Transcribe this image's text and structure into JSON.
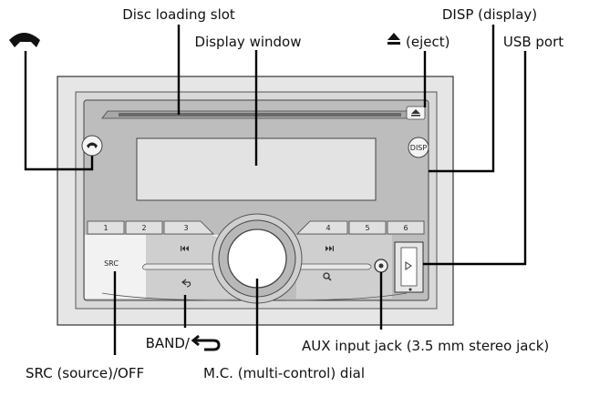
{
  "labels": {
    "disc_slot": "Disc loading slot",
    "display_window": "Display window",
    "eject": "(eject)",
    "disp": "DISP (display)",
    "usb": "USB port",
    "band": "BAND/",
    "aux": "AUX input jack (3.5 mm stereo jack)",
    "src": "SRC (source)/OFF",
    "mc_dial": "M.C. (multi-control) dial"
  },
  "buttons": {
    "presets": [
      "1",
      "2",
      "3",
      "4",
      "5",
      "6"
    ],
    "src": "SRC",
    "disp": "DISP"
  },
  "icons": {
    "phone": "phone-icon",
    "eject": "eject-icon",
    "prev": "previous-track-icon",
    "next": "next-track-icon",
    "search": "search-icon",
    "back": "back-arrow-icon"
  }
}
